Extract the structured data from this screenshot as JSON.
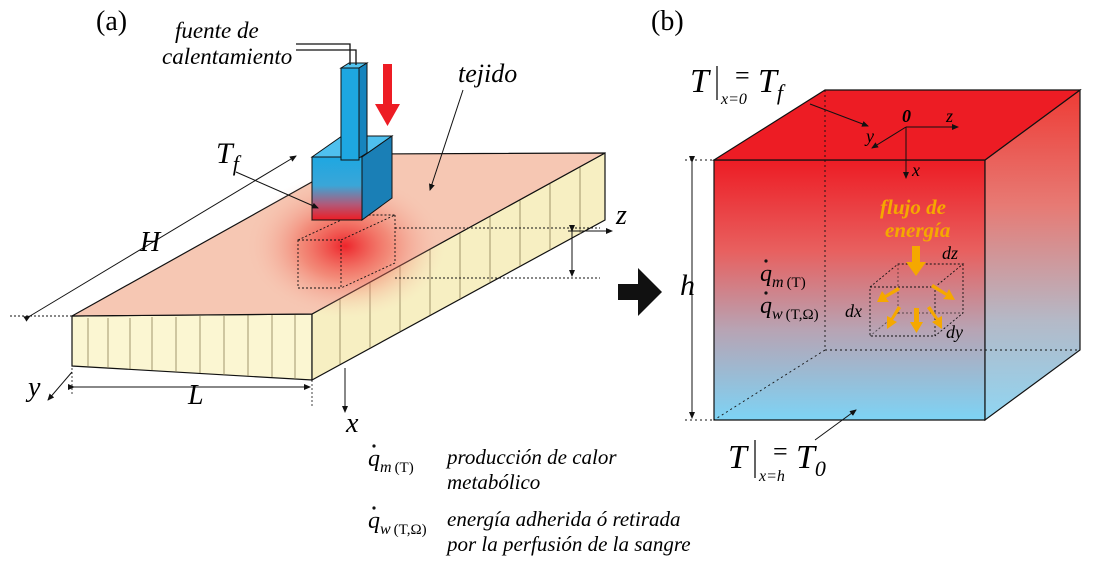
{
  "panel_a": {
    "label": "(a)",
    "heater_label_line1": "fuente de",
    "heater_label_line2": "calentamiento",
    "tissue_label": "tejido",
    "tf_main": "T",
    "tf_sub": "f",
    "h_label": "H",
    "l_label": "L",
    "axis_x": "x",
    "axis_y": "y",
    "axis_z": "z"
  },
  "panel_b": {
    "label": "(b)",
    "top_bc": {
      "T": "T",
      "cond": "x=0",
      "eq": "=",
      "val_main": "T",
      "val_sub": "f"
    },
    "bottom_bc": {
      "T": "T",
      "cond": "x=h",
      "eq": "=",
      "val_main": "T",
      "val_sub": "0"
    },
    "origin": "0",
    "axis_x": "x",
    "axis_y": "y",
    "axis_z": "z",
    "height_label": "h",
    "flux_line1": "flujo de",
    "flux_line2": "energía",
    "qm_main": "q",
    "qm_sub": "m",
    "qm_arg": "(T)",
    "qw_main": "q",
    "qw_sub": "w",
    "qw_arg": "(T,Ω)",
    "dx": "dx",
    "dy": "dy",
    "dz": "dz"
  },
  "legend": {
    "qm_main": "q",
    "qm_sub": "m",
    "qm_arg": "(T)",
    "qm_desc_line1": "producción de calor",
    "qm_desc_line2": "metabólico",
    "qw_main": "q",
    "qw_sub": "w",
    "qw_arg": "(T,Ω)",
    "qw_desc_line1": "energía adherida ó retirada",
    "qw_desc_line2": "por la perfusión de la sangre"
  },
  "colors": {
    "hot_red": "#ed1c24",
    "cool_blue": "#7dd3f5",
    "heater_blue": "#1ea7e1",
    "tissue_top": "#f6c7b3",
    "tissue_side": "#fbf6d2",
    "flux_yellow": "#f5a800",
    "arrow_black": "#111111"
  }
}
